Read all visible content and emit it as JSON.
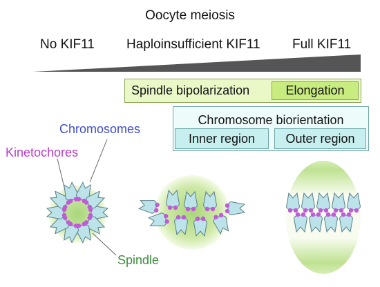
{
  "title": "Oocyte meiosis",
  "conditions": [
    "No KIF11",
    "Haploinsufficient KIF11",
    "Full KIF11"
  ],
  "phases": {
    "spindle_bipolarization": "Spindle bipolarization",
    "elongation": "Elongation",
    "chromosome_biorientation": "Chromosome biorientation",
    "inner_region": "Inner region",
    "outer_region": "Outer region"
  },
  "labels": {
    "chromosomes": "Chromosomes",
    "kinetochores": "Kinetochores",
    "spindle": "Spindle"
  },
  "colors": {
    "gradient_fill": "#555555",
    "chromosome": "#bde3ea",
    "chromosome_outline": "#5a7f88",
    "kinetochore": "#c05ad6",
    "spindle_center": "#a8d67a",
    "spindle_edge": "#f4fbe8",
    "chromosomes_label": "#3f4ec6",
    "kinetochores_label": "#b93cc9",
    "spindle_label": "#3d8c3d"
  }
}
